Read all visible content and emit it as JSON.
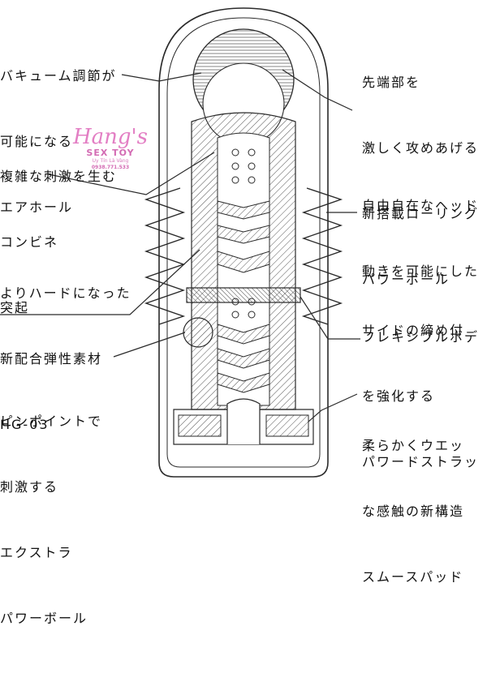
{
  "labels": {
    "vacuum": [
      "バキューム調節が",
      "可能になる",
      "エアホール"
    ],
    "tip": [
      "先端部を",
      "激しく攻めあげる",
      "新搭載ローリング",
      "パワーボール"
    ],
    "combination": [
      "複雑な刺激を生む",
      "コンビネ",
      "突起"
    ],
    "flexible": [
      "自由自在なヘッド",
      "動きを可能にした",
      "フレキシブルボデ"
    ],
    "hard_material": [
      "よりハードになった",
      "新配合弾性素材",
      "HG-03"
    ],
    "side_strap": [
      "サイドの締め付",
      "を強化する",
      "パワードストラッ"
    ],
    "pin_point": [
      "ピンポイントで",
      "刺激する",
      "エクストラ",
      "パワーボール"
    ],
    "smooth_pad": [
      "柔らかくウエッ",
      "な感触の新構造",
      "スムースパッド"
    ]
  },
  "watermark": {
    "brand": "Hang's",
    "sub": "SEX TOY",
    "tag": "Uy Tín Là Vàng",
    "phone": "0938.771.533"
  },
  "colors": {
    "line": "#2a2a2a",
    "hatch": "#555555",
    "watermark": "#e37fc4"
  }
}
